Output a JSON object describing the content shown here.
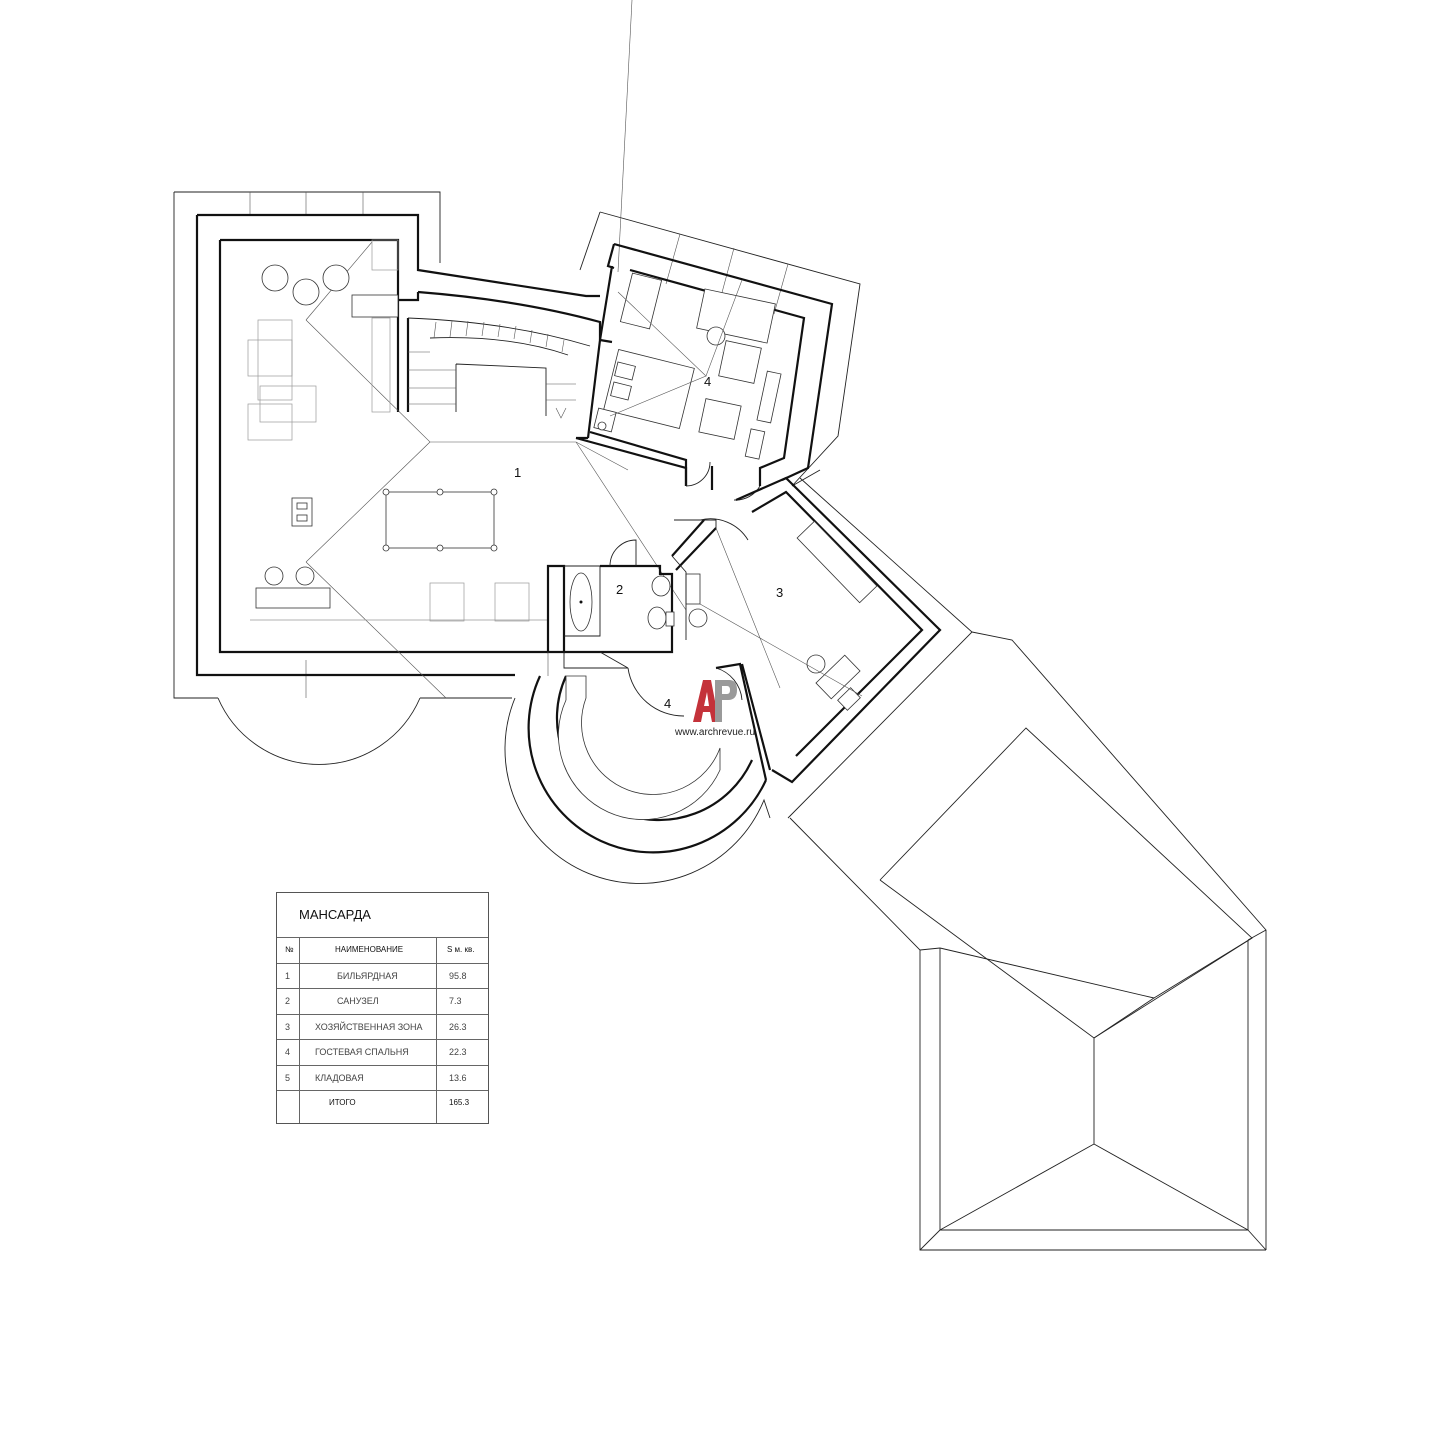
{
  "plan": {
    "title": "МАНСАРДА",
    "room_labels": [
      {
        "id": "room-1",
        "text": "1"
      },
      {
        "id": "room-2",
        "text": "2"
      },
      {
        "id": "room-3",
        "text": "3"
      },
      {
        "id": "room-4a",
        "text": "4"
      },
      {
        "id": "room-4b",
        "text": "4"
      }
    ]
  },
  "legend": {
    "title": "МАНСАРДА",
    "headers": {
      "no": "№",
      "name": "НАИМЕНОВАНИЕ",
      "area": "S м. кв."
    },
    "rows": [
      {
        "no": "1",
        "name": "БИЛЬЯРДНАЯ",
        "area": "95.8"
      },
      {
        "no": "2",
        "name": "САНУЗЕЛ",
        "area": "7.3"
      },
      {
        "no": "3",
        "name": "ХОЗЯЙСТВЕННАЯ ЗОНА",
        "area": "26.3"
      },
      {
        "no": "4",
        "name": "ГОСТЕВАЯ СПАЛЬНЯ",
        "area": "22.3"
      },
      {
        "no": "5",
        "name": "КЛАДОВАЯ",
        "area": "13.6"
      }
    ],
    "total": {
      "label": "ИТОГО",
      "area": "165.3"
    }
  },
  "watermark": {
    "logo_letters": "AP",
    "url": "www.archrevue.ru"
  },
  "colors": {
    "logo_red": "#c4323a",
    "logo_grey": "#9a9a9a",
    "line": "#222222"
  }
}
